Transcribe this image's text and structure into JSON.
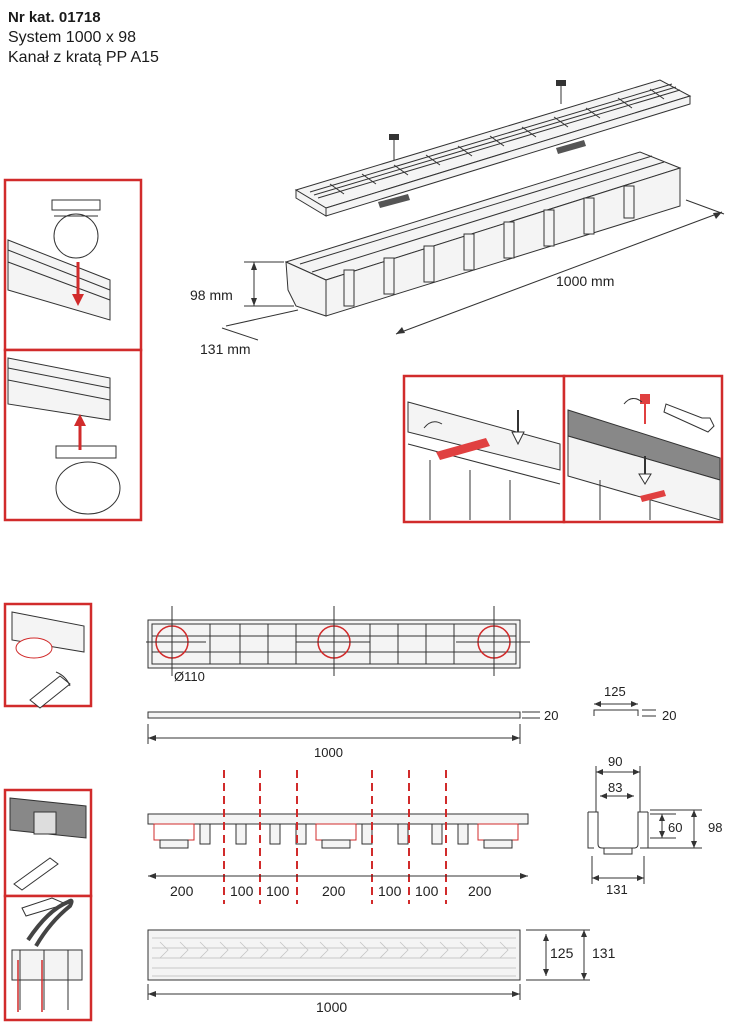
{
  "header": {
    "catalog_number": "Nr kat. 01718",
    "system": "System 1000 x 98",
    "product": "Kanał z kratą PP A15"
  },
  "main_drawing": {
    "height_label": "98 mm",
    "width_label": "131 mm",
    "length_label": "1000 mm"
  },
  "top_view": {
    "outlet_diameter": "Ø110"
  },
  "side_view": {
    "height": "20",
    "length": "1000"
  },
  "grate_section": {
    "width": "125",
    "height": "20"
  },
  "channel_section": {
    "top_outer": "90",
    "top_inner": "83",
    "inner_depth": "60",
    "total_height": "98",
    "bottom_width": "131"
  },
  "cut_lines": {
    "segments": [
      "200",
      "100",
      "100",
      "200",
      "100",
      "100",
      "200"
    ]
  },
  "grate_view": {
    "inner_width": "125",
    "outer_width": "131",
    "length": "1000"
  },
  "colors": {
    "accent": "#d12b2b",
    "line": "#333333",
    "part_fill": "#f4f4f4"
  }
}
